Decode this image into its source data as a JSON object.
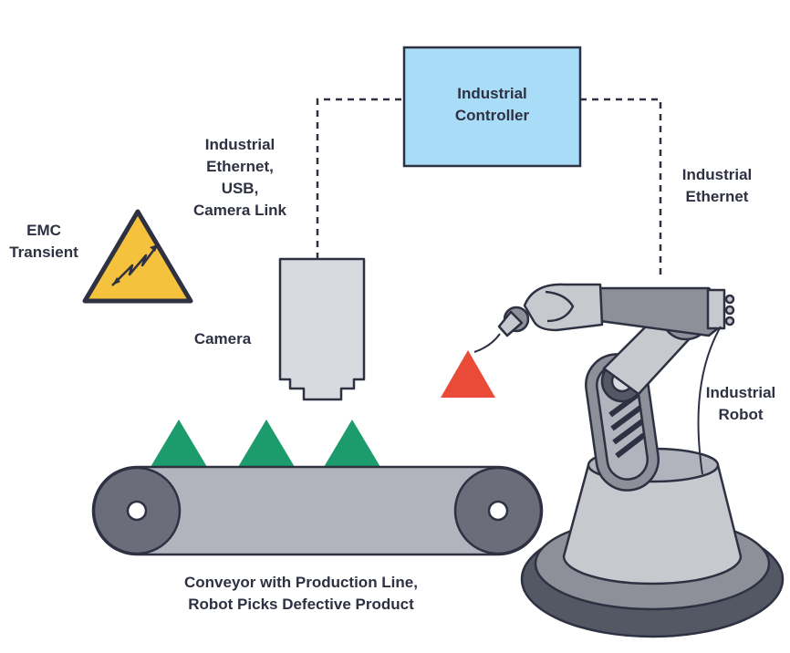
{
  "colors": {
    "controller_fill": "#a9dcf6",
    "outline": "#2e3142",
    "warning_yellow": "#f5c23d",
    "camera_fill": "#d9dadf",
    "conveyor_belt": "#b2b4bd",
    "conveyor_roller": "#6b6e7a",
    "product_good": "#1c9b6c",
    "product_defective": "#ea4b38",
    "robot_light": "#c8c9ce",
    "robot_mid": "#8d8f99",
    "robot_dark": "#545764"
  },
  "controller": {
    "lines": [
      "Industrial",
      "Controller"
    ]
  },
  "camera_link": {
    "lines": [
      "Industrial",
      "Ethernet,",
      "USB,",
      "Camera Link"
    ]
  },
  "robot_link": {
    "lines": [
      "Industrial",
      "Ethernet"
    ]
  },
  "emc": {
    "lines": [
      "EMC",
      "Transient"
    ],
    "icon": "lightning-warning-icon"
  },
  "camera": {
    "label": "Camera"
  },
  "robot": {
    "lines": [
      "Industrial",
      "Robot"
    ]
  },
  "conveyor": {
    "lines": [
      "Conveyor with Production Line,",
      "Robot Picks Defective Product"
    ]
  }
}
